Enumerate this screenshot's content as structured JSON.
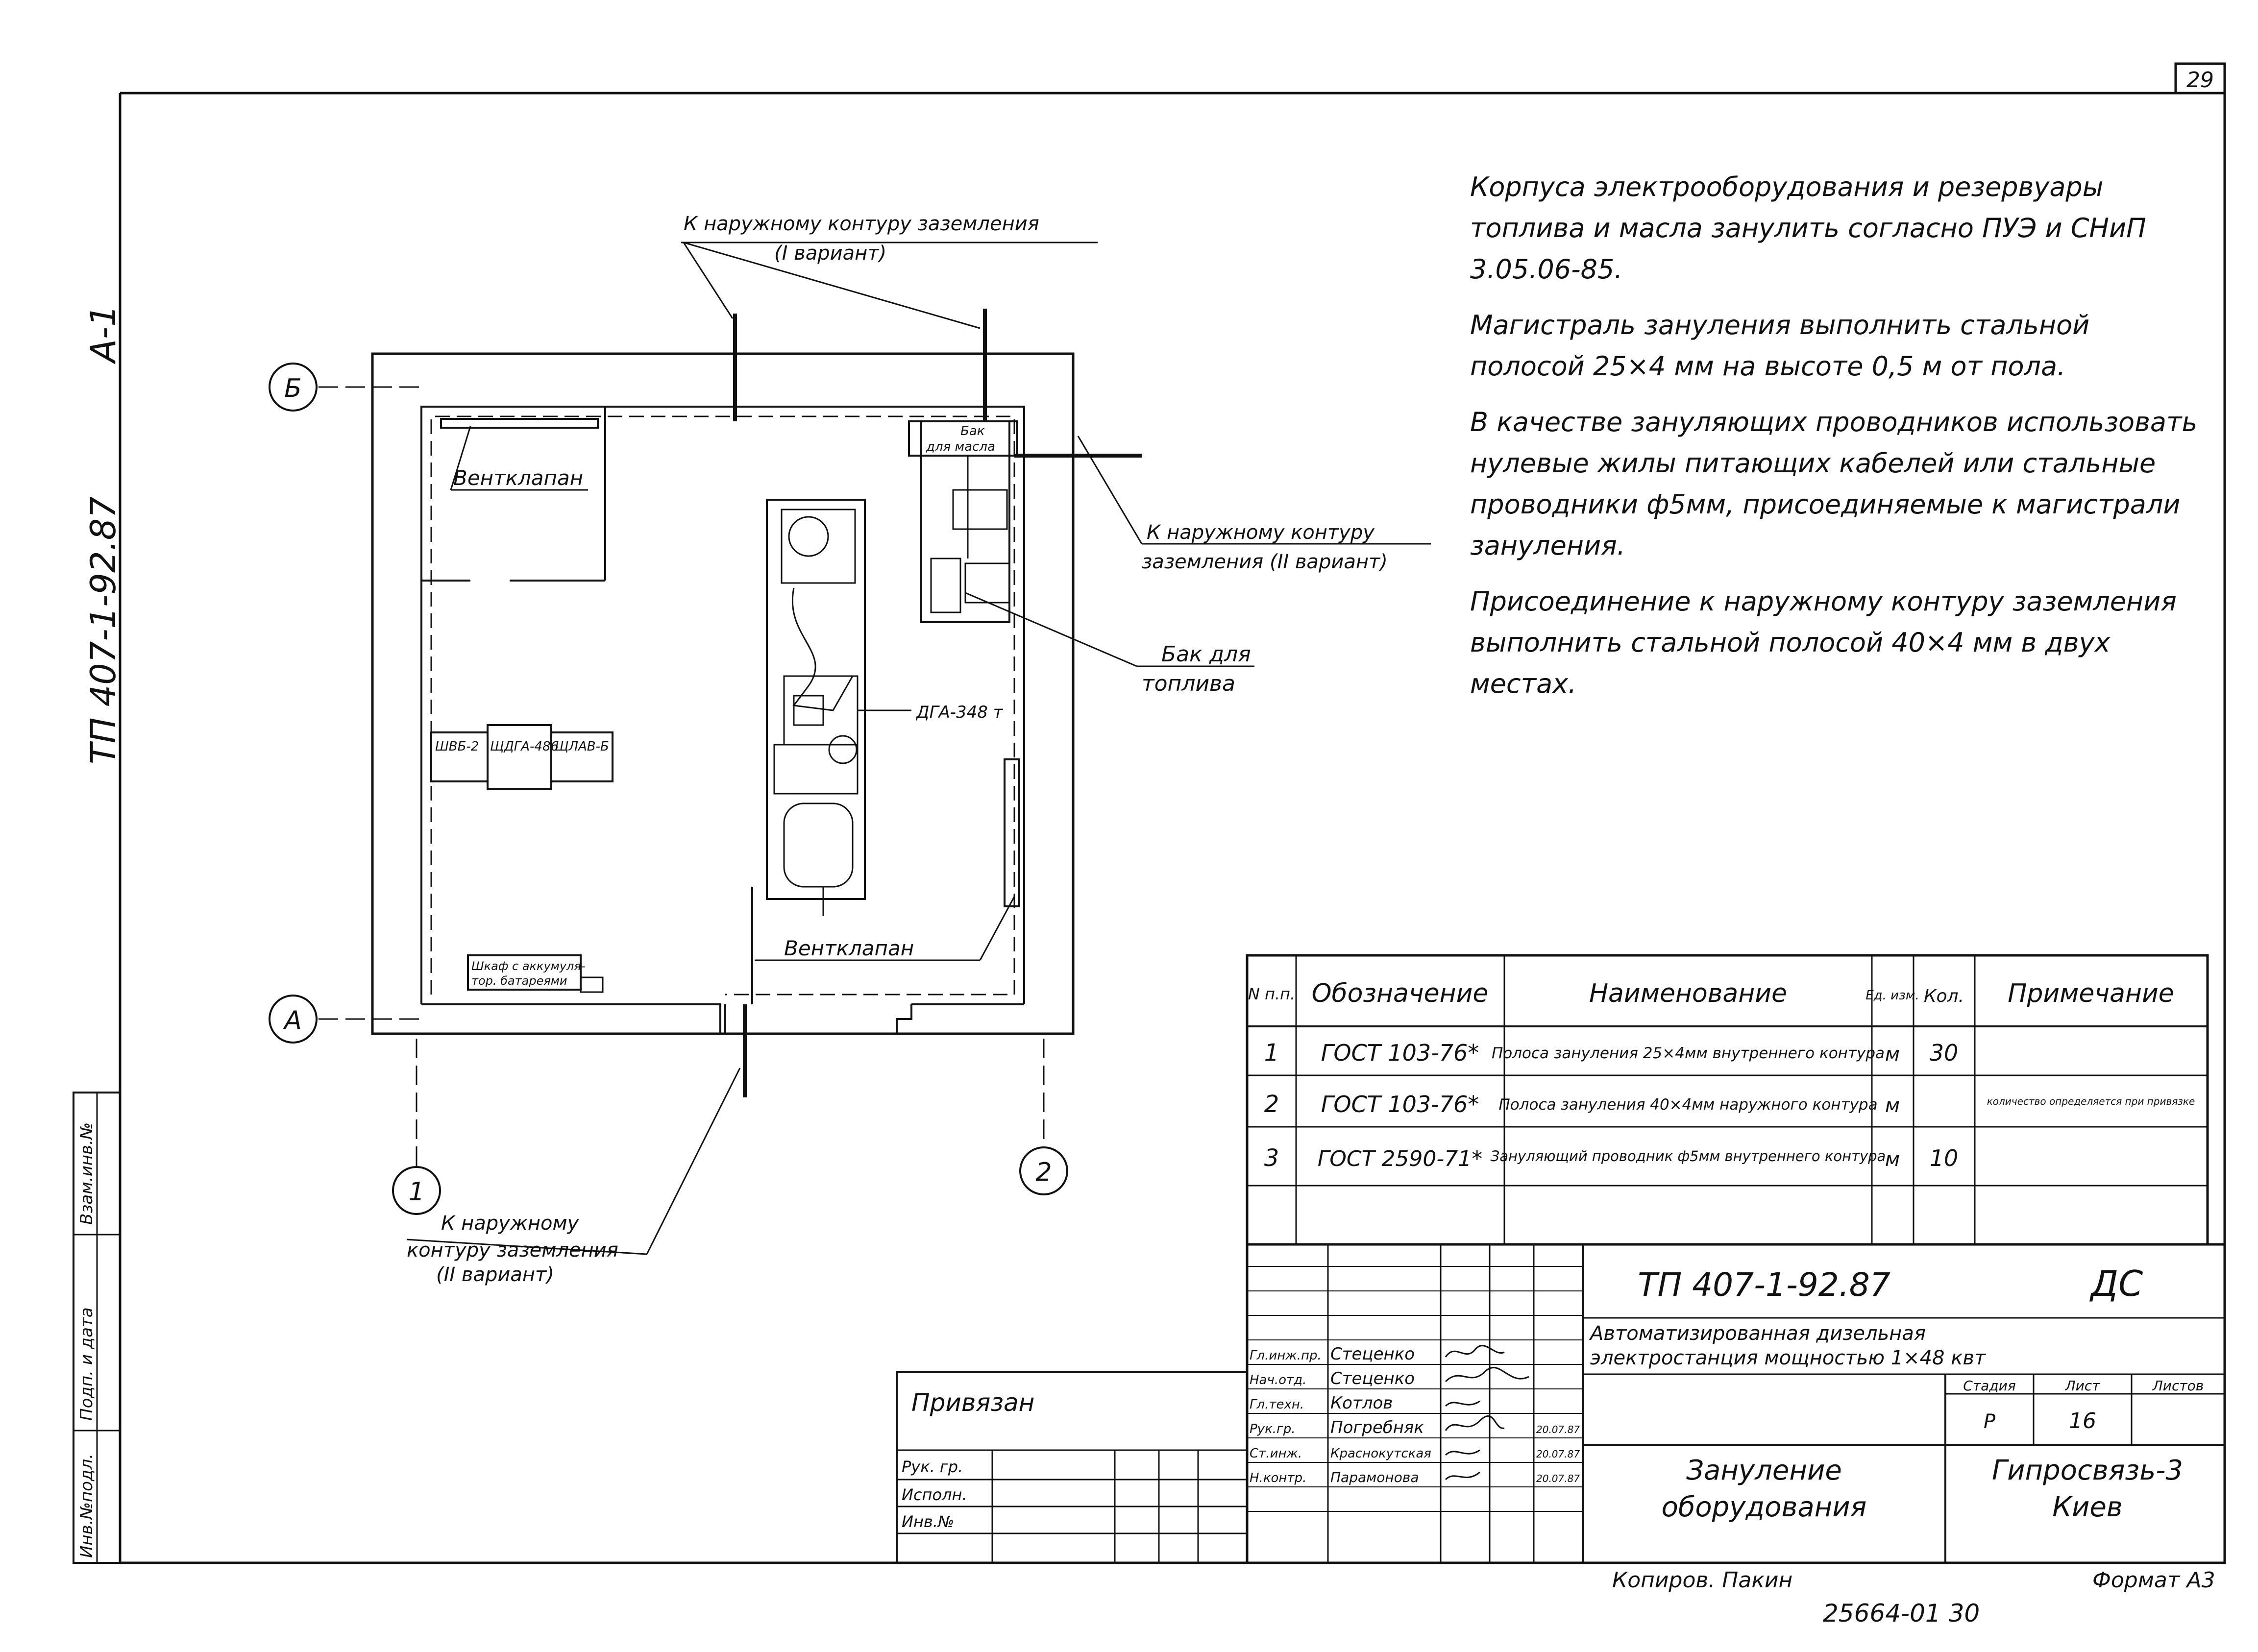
{
  "sheet_number": "29",
  "side_code": "ТП 407-1-92.87",
  "side_sheet_ref": "А-1",
  "side_stamp_labels": [
    "Инв.№подл.",
    "Подп. и дата",
    "Взам.инв.№"
  ],
  "drawing": {
    "axis_labels": {
      "b": "Б",
      "a": "А",
      "one": "1",
      "two": "2"
    },
    "callout_ground_1": [
      "К наружному контуру заземления",
      "(I вариант)"
    ],
    "callout_ground_2_right": [
      "К наружному контуру",
      "заземления (II вариант)"
    ],
    "callout_ground_2_bottom": [
      "К наружному",
      "контуру заземления",
      "(II вариант)"
    ],
    "oil_tank": [
      "Бак",
      "для масла"
    ],
    "fuel_tank": [
      "Бак для",
      "топлива"
    ],
    "vent_top": "Вентклапан",
    "vent_bottom": "Вентклапан",
    "generator": "ДГА-348 т",
    "panels": [
      "ШВБ-2",
      "ЩДГА-486",
      "ЩЛАВ-Б"
    ],
    "battery_cabinet": [
      "Шкаф с аккумуля-",
      "тор. батареями"
    ]
  },
  "notes": [
    "Корпуса электрооборудования и резервуары топлива и масла занулить согласно ПУЭ и СНиП 3.05.06-85.",
    "Магистраль зануления выполнить стальной полосой 25×4 мм на высоте 0,5 м от пола.",
    "В качестве зануляющих проводников использовать нулевые жилы питающих кабелей или стальные проводники ф5мм, присоединяемые к магистрали зануления.",
    "Присоединение к наружному контуру заземления выполнить стальной полосой 40×4 мм в двух местах."
  ],
  "spec_table": {
    "headers": [
      "N п.п.",
      "Обозначение",
      "Наименование",
      "Ед. изм.",
      "Кол.",
      "Примечание"
    ],
    "rows": [
      [
        "1",
        "ГОСТ 103-76*",
        "Полоса зануления 25×4мм внутреннего контура",
        "м",
        "30",
        ""
      ],
      [
        "2",
        "ГОСТ 103-76*",
        "Полоса зануления 40×4мм наружного контура",
        "м",
        "",
        "количество определяется при привязке"
      ],
      [
        "3",
        "ГОСТ 2590-71*",
        "Зануляющий проводник ф5мм внутреннего контура",
        "м",
        "10",
        ""
      ]
    ]
  },
  "title_block": {
    "code": "ТП 407-1-92.87",
    "mark": "ДС",
    "project_title": [
      "Автоматизированная дизельная",
      "электростанция мощностью 1×48 квт"
    ],
    "stage_headers": [
      "Стадия",
      "Лист",
      "Листов"
    ],
    "stage": "Р",
    "sheet": "16",
    "sheets": "",
    "drawing_title": [
      "Зануление",
      "оборудования"
    ],
    "organization": [
      "Гипросвязь-3",
      "Киев"
    ],
    "roles": [
      {
        "role": "Гл.инж.пр.",
        "name": "Стеценко"
      },
      {
        "role": "Нач.отд.",
        "name": "Стеценко"
      },
      {
        "role": "Гл.техн.",
        "name": "Котлов"
      },
      {
        "role": "Рук.гр.",
        "name": "Погребняк"
      },
      {
        "role": "Ст.инж.",
        "name": "Краснокутская"
      },
      {
        "role": "Н.контр.",
        "name": "Парамонова"
      }
    ],
    "dates": [
      "20.07.87",
      "20.07.87",
      "20.07.87"
    ],
    "privyazan": "Привязан",
    "privyazan_rows": [
      "Рук. гр.",
      "Исполн.",
      "Инв.№"
    ],
    "copied": "Копиров. Пакин",
    "format": "Формат А3",
    "archive_number": "25664-01 30"
  }
}
